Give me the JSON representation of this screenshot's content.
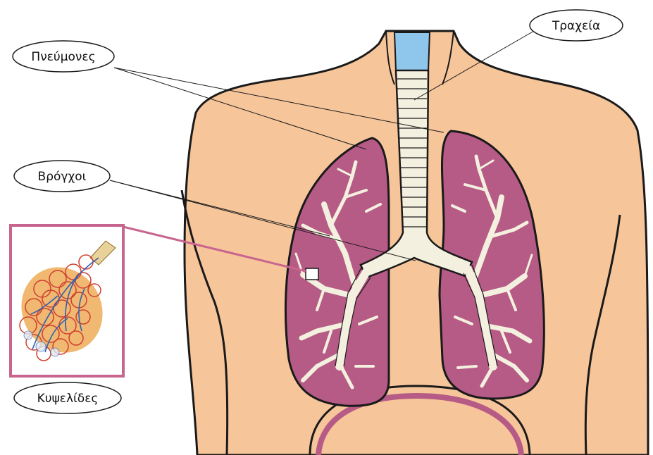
{
  "labels": {
    "lungs": "Πνεύμονες",
    "trachea": "Τραχεία",
    "bronchi": "Βρόγχοι",
    "alveoli": "Κυψελίδες"
  },
  "colors": {
    "skin": "#f6c59a",
    "lung": "#b65a86",
    "trachea_top": "#8fc7ec",
    "airway": "#f4f0df",
    "inset_frame": "#c8658f",
    "outline": "#1a1a1a"
  }
}
